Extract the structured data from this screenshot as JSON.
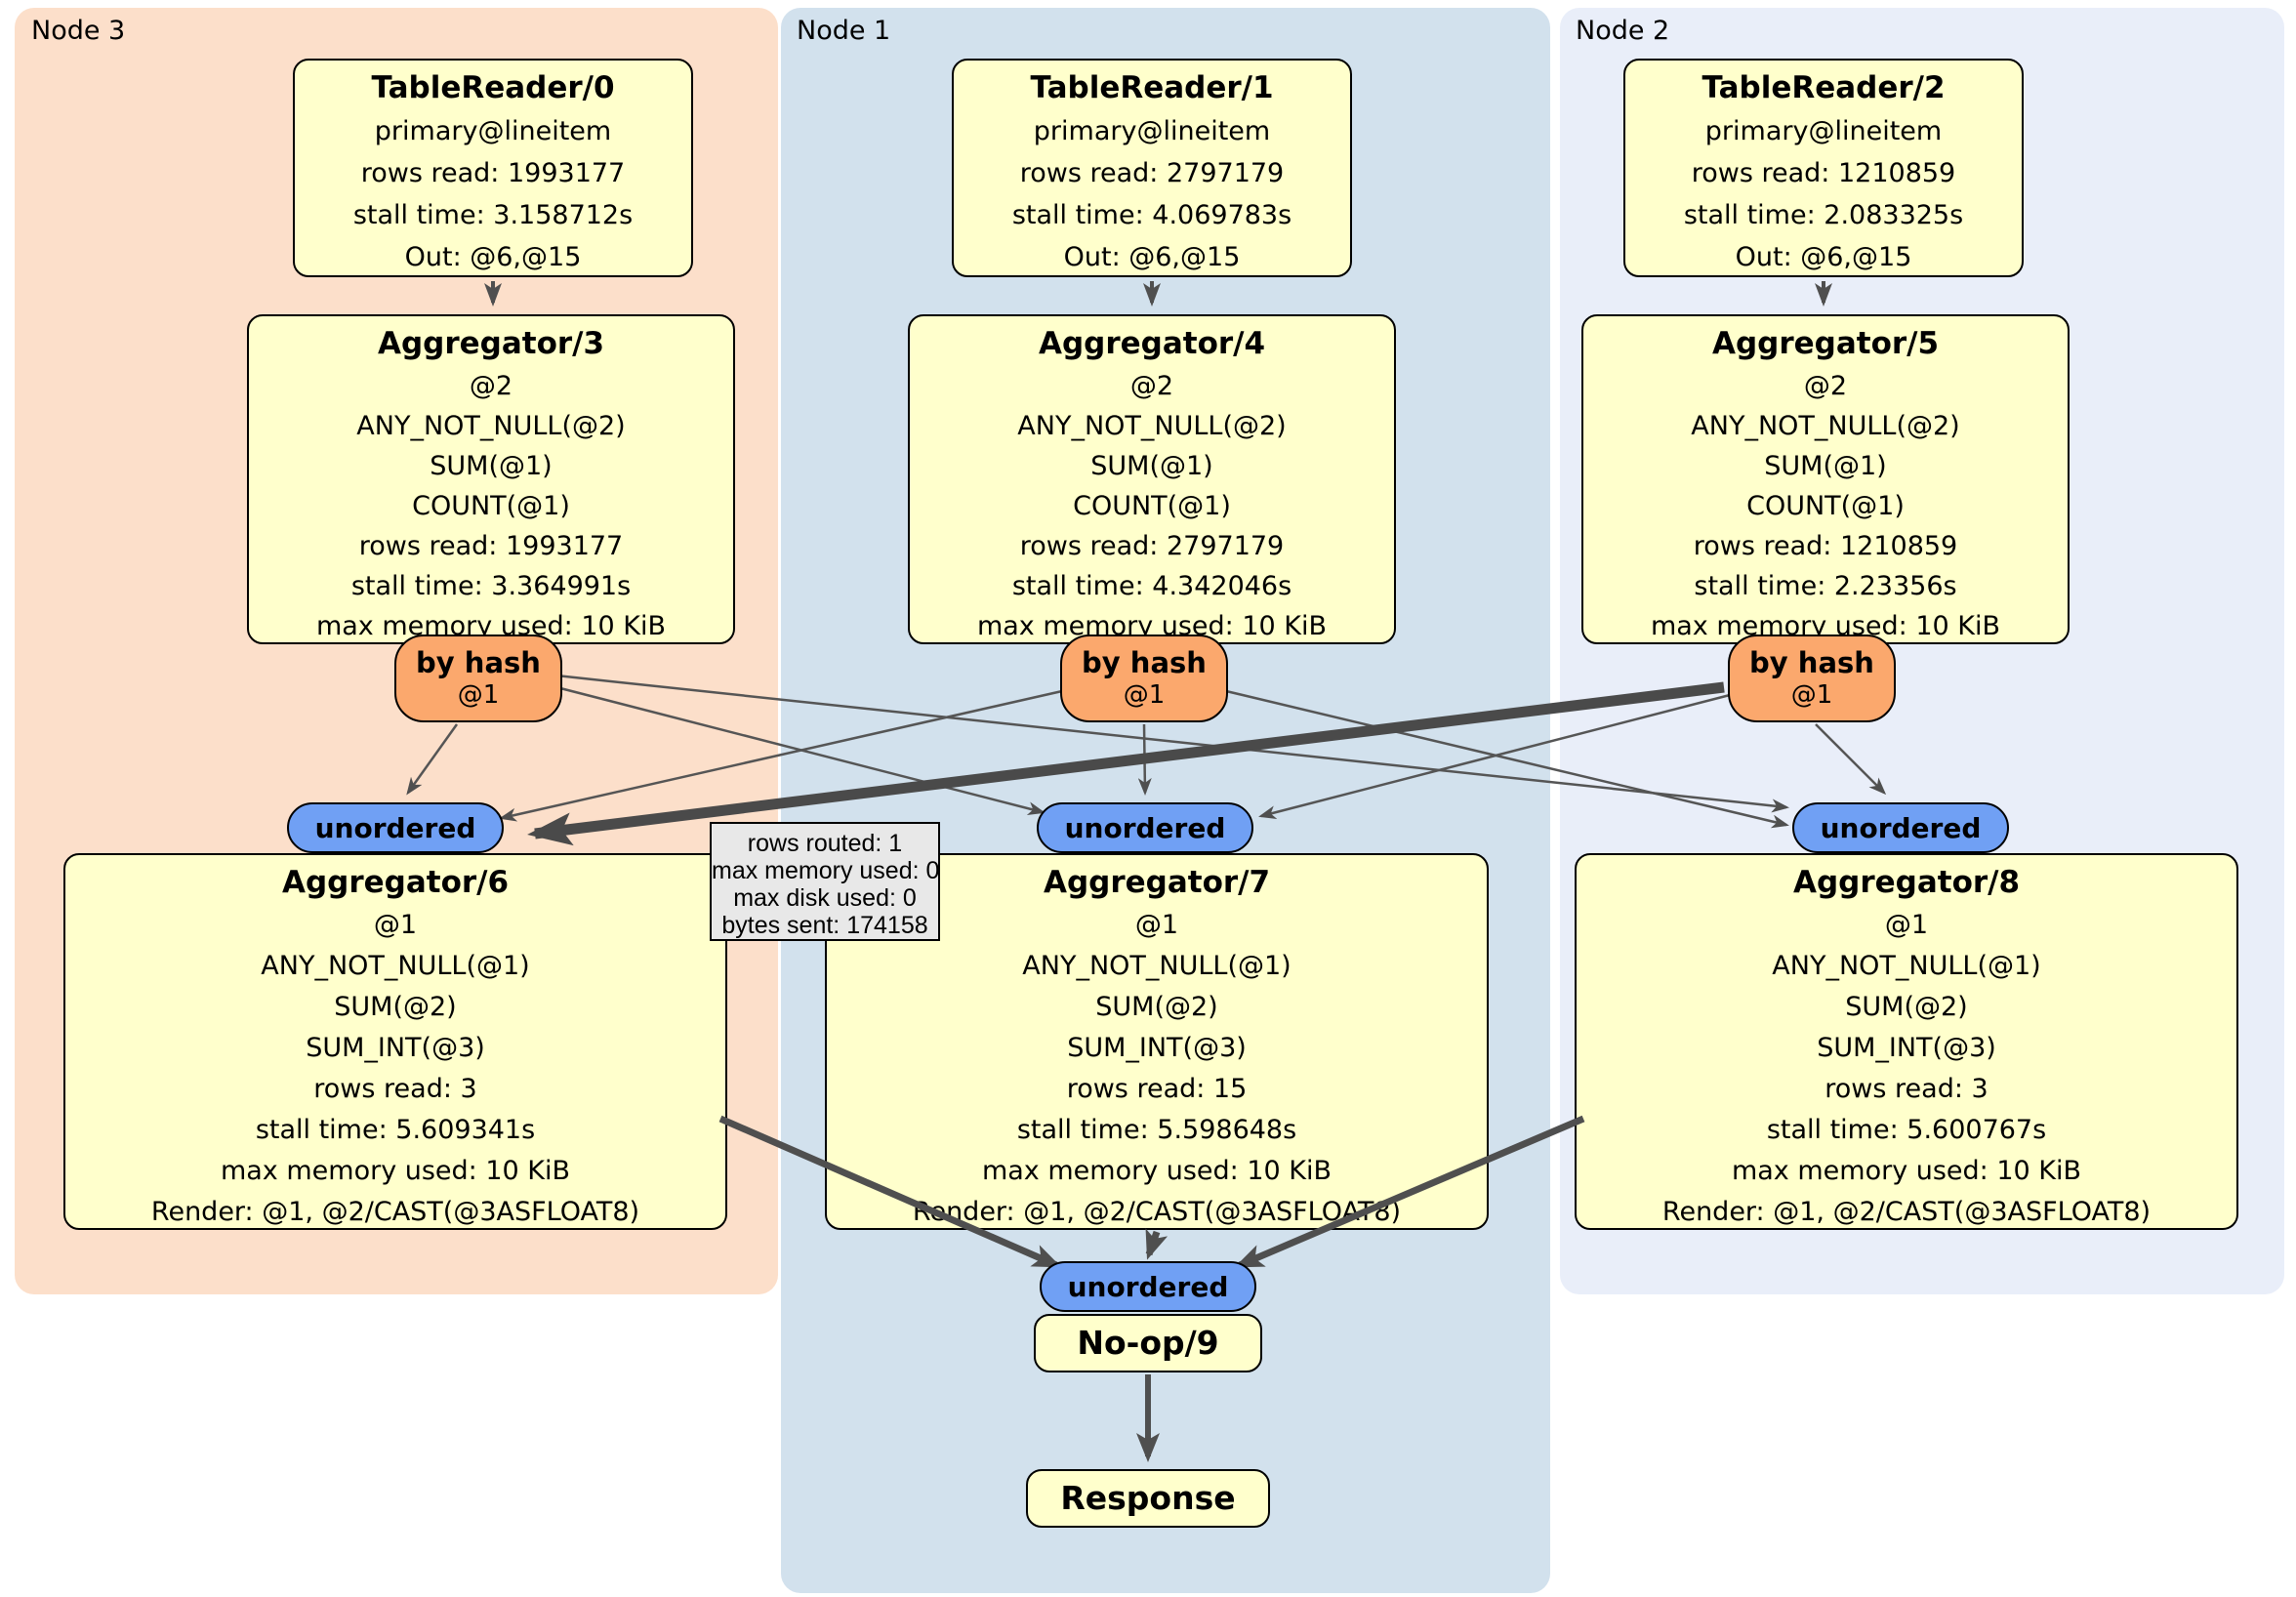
{
  "regions": [
    {
      "label": "Node 3"
    },
    {
      "label": "Node 1"
    },
    {
      "label": "Node 2"
    }
  ],
  "table_readers": [
    {
      "title": "TableReader/0",
      "lines": [
        "primary@lineitem",
        "rows read: 1993177",
        "stall time: 3.158712s",
        "Out: @6,@15"
      ]
    },
    {
      "title": "TableReader/1",
      "lines": [
        "primary@lineitem",
        "rows read: 2797179",
        "stall time: 4.069783s",
        "Out: @6,@15"
      ]
    },
    {
      "title": "TableReader/2",
      "lines": [
        "primary@lineitem",
        "rows read: 1210859",
        "stall time: 2.083325s",
        "Out: @6,@15"
      ]
    }
  ],
  "aggregators_top": [
    {
      "title": "Aggregator/3",
      "lines": [
        "@2",
        "ANY_NOT_NULL(@2)",
        "SUM(@1)",
        "COUNT(@1)",
        "rows read: 1993177",
        "stall time: 3.364991s",
        "max memory used: 10 KiB"
      ]
    },
    {
      "title": "Aggregator/4",
      "lines": [
        "@2",
        "ANY_NOT_NULL(@2)",
        "SUM(@1)",
        "COUNT(@1)",
        "rows read: 2797179",
        "stall time: 4.342046s",
        "max memory used: 10 KiB"
      ]
    },
    {
      "title": "Aggregator/5",
      "lines": [
        "@2",
        "ANY_NOT_NULL(@2)",
        "SUM(@1)",
        "COUNT(@1)",
        "rows read: 1210859",
        "stall time: 2.23356s",
        "max memory used: 10 KiB"
      ]
    }
  ],
  "routers": [
    {
      "label": "by hash",
      "key": "@1"
    },
    {
      "label": "by hash",
      "key": "@1"
    },
    {
      "label": "by hash",
      "key": "@1"
    }
  ],
  "syncs": [
    {
      "label": "unordered"
    },
    {
      "label": "unordered"
    },
    {
      "label": "unordered"
    }
  ],
  "aggregators_bottom": [
    {
      "title": "Aggregator/6",
      "lines": [
        "@1",
        "ANY_NOT_NULL(@1)",
        "SUM(@2)",
        "SUM_INT(@3)",
        "rows read: 3",
        "stall time: 5.609341s",
        "max memory used: 10 KiB",
        "Render: @1, @2/CAST(@3ASFLOAT8)"
      ]
    },
    {
      "title": "Aggregator/7",
      "lines": [
        "@1",
        "ANY_NOT_NULL(@1)",
        "SUM(@2)",
        "SUM_INT(@3)",
        "rows read: 15",
        "stall time: 5.598648s",
        "max memory used: 10 KiB",
        "Render: @1, @2/CAST(@3ASFLOAT8)"
      ]
    },
    {
      "title": "Aggregator/8",
      "lines": [
        "@1",
        "ANY_NOT_NULL(@1)",
        "SUM(@2)",
        "SUM_INT(@3)",
        "rows read: 3",
        "stall time: 5.600767s",
        "max memory used: 10 KiB",
        "Render: @1, @2/CAST(@3ASFLOAT8)"
      ]
    }
  ],
  "tooltip": {
    "lines": [
      "rows routed: 1",
      "max memory used: 0",
      "max disk used: 0",
      "bytes sent: 174158"
    ]
  },
  "final_sync": {
    "label": "unordered"
  },
  "noop": {
    "title": "No-op/9"
  },
  "response": {
    "title": "Response"
  },
  "colors": {
    "region_node3": "#fcdfca",
    "region_node1": "#d2e1ed",
    "region_node2": "#e9eef9",
    "box_fill": "#ffffcc",
    "box_border": "#000000",
    "router_fill": "#fba86d",
    "sync_fill": "#70a0f4",
    "tooltip_fill": "#e8e8e8",
    "edge_color": "#4f4f4f"
  }
}
